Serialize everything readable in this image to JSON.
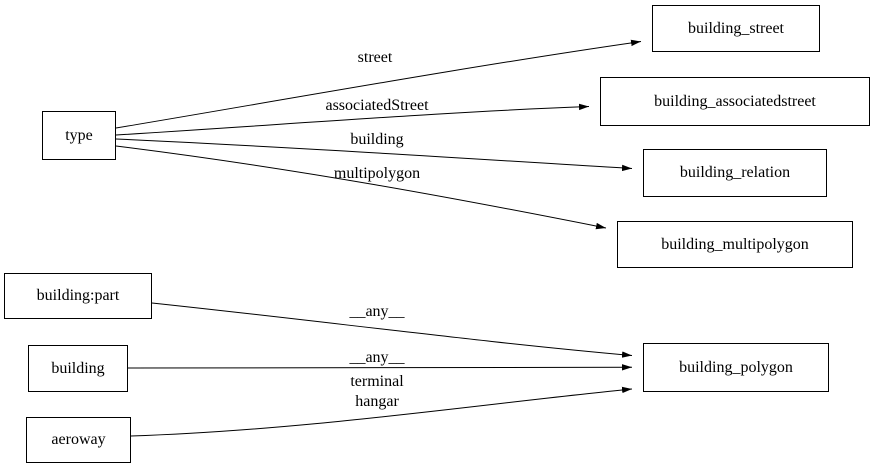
{
  "diagram": {
    "type": "directed-graph",
    "colors": {
      "background": "#ffffff",
      "node_border": "#000000",
      "node_fill": "#ffffff",
      "edge_stroke": "#000000",
      "text": "#000000"
    },
    "nodes": [
      {
        "id": "type",
        "label": "type"
      },
      {
        "id": "building_street",
        "label": "building_street"
      },
      {
        "id": "building_associatedstreet",
        "label": "building_associatedstreet"
      },
      {
        "id": "building_relation",
        "label": "building_relation"
      },
      {
        "id": "building_multipolygon",
        "label": "building_multipolygon"
      },
      {
        "id": "building_part",
        "label": "building:part"
      },
      {
        "id": "building",
        "label": "building"
      },
      {
        "id": "aeroway",
        "label": "aeroway"
      },
      {
        "id": "building_polygon",
        "label": "building_polygon"
      }
    ],
    "edges": [
      {
        "from": "type",
        "to": "building_street",
        "label": "street"
      },
      {
        "from": "type",
        "to": "building_associatedstreet",
        "label": "associatedStreet"
      },
      {
        "from": "type",
        "to": "building_relation",
        "label": "building"
      },
      {
        "from": "type",
        "to": "building_multipolygon",
        "label": "multipolygon"
      },
      {
        "from": "building:part",
        "to": "building_polygon",
        "label": "__any__"
      },
      {
        "from": "building",
        "to": "building_polygon",
        "label": "__any__"
      },
      {
        "from": "aeroway",
        "to": "building_polygon",
        "label_lines": [
          "terminal",
          "hangar"
        ]
      }
    ]
  }
}
